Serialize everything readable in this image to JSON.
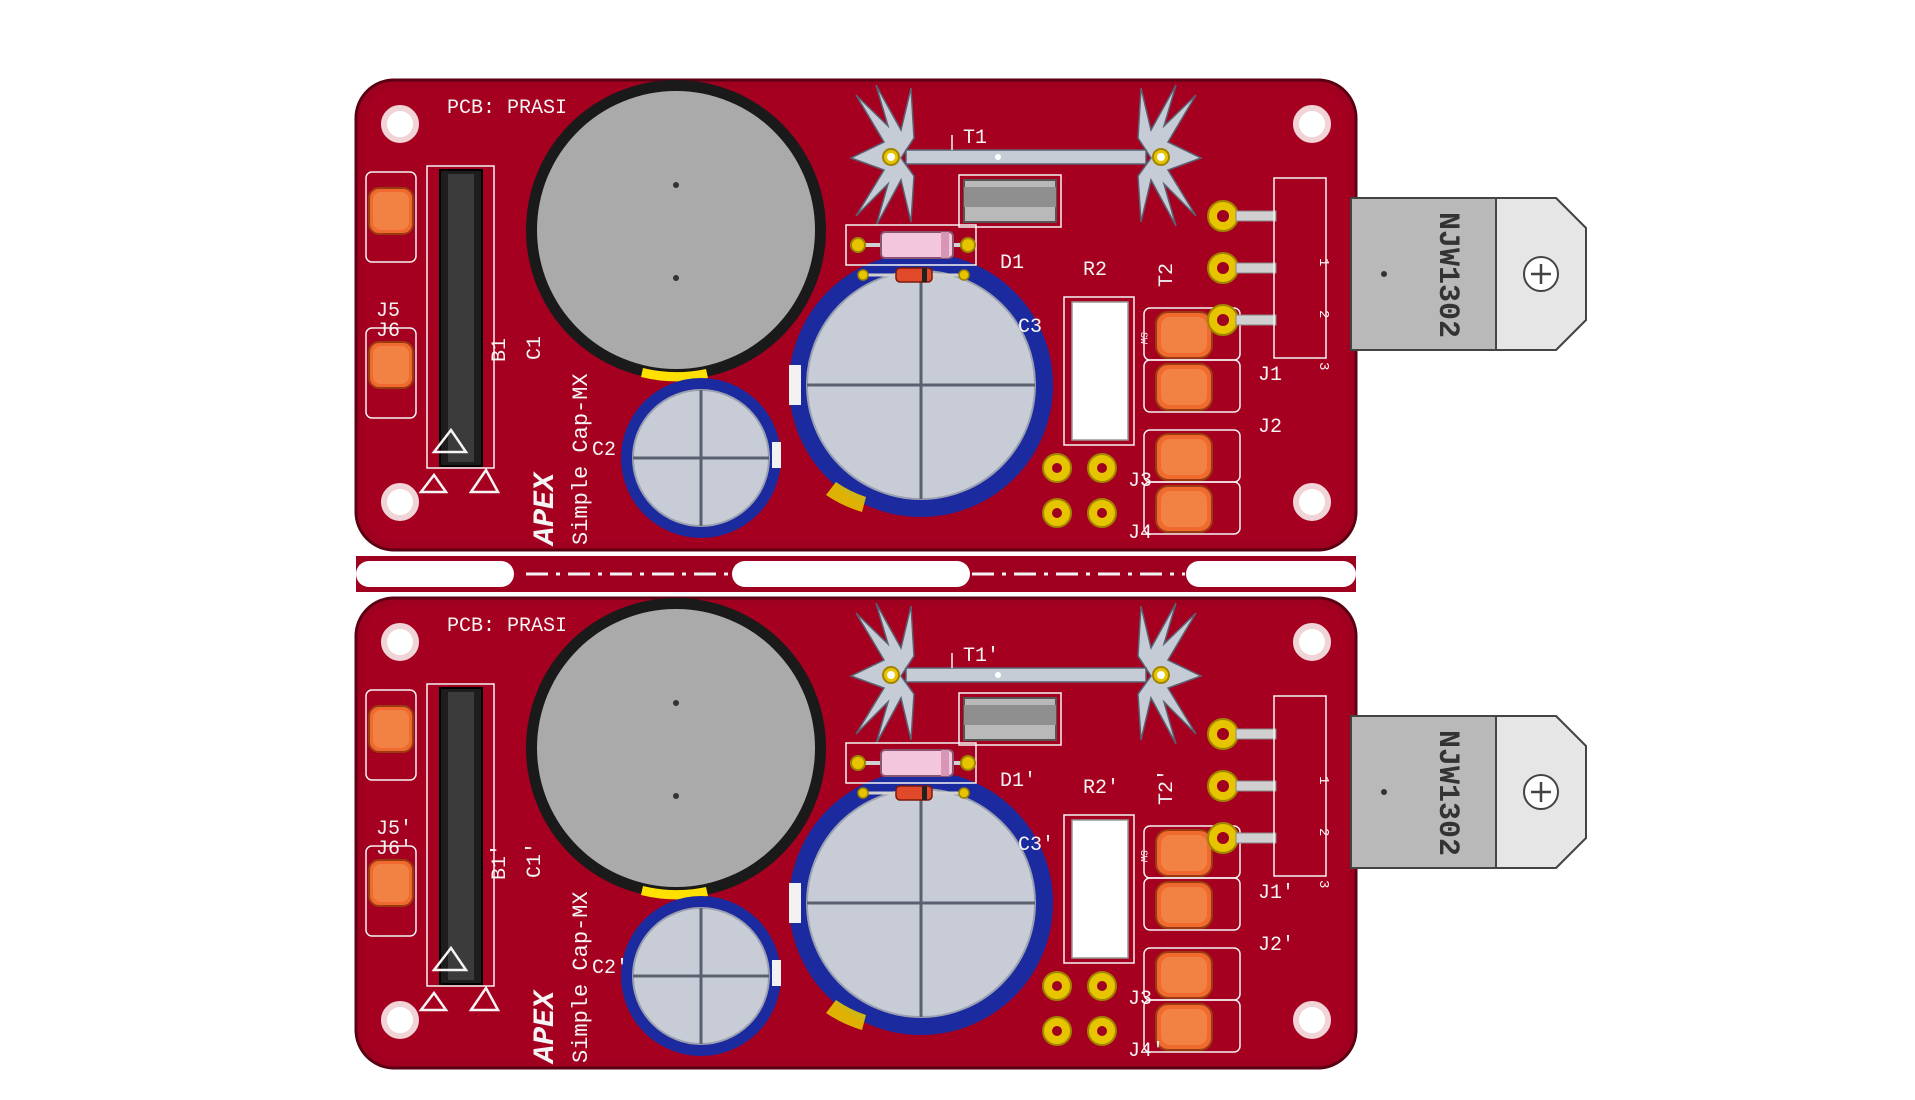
{
  "boards": [
    {
      "id": "top",
      "texts": {
        "pcb": "PCB: PRASI",
        "product": "Simple Cap-MX",
        "logo": "APEX",
        "transistor": "NJW1302",
        "pin1": "1",
        "pin2": "2",
        "pin3": "3",
        "sw": "SW"
      },
      "refs": {
        "T1": "T1",
        "D1": "D1",
        "R2": "R2",
        "T2": "T2",
        "C1": "C1",
        "C2": "C2",
        "C3": "C3",
        "B1": "B1",
        "J1": "J1",
        "J2": "J2",
        "J3": "J3",
        "J4": "J4",
        "J5": "J5",
        "J6": "J6"
      }
    },
    {
      "id": "bottom",
      "texts": {
        "pcb": "PCB: PRASI",
        "product": "Simple Cap-MX",
        "logo": "APEX",
        "transistor": "NJW1302",
        "pin1": "1",
        "pin2": "2",
        "pin3": "3",
        "sw": "SW"
      },
      "refs": {
        "T1": "T1'",
        "D1": "D1'",
        "R2": "R2'",
        "T2": "T2'",
        "C1": "C1'",
        "C2": "C2'",
        "C3": "C3'",
        "B1": "B1'",
        "J1": "J1'",
        "J2": "J2'",
        "J3": "J3",
        "J4": "J4'",
        "J5": "J5'",
        "J6": "J6'"
      }
    }
  ],
  "colors": {
    "board": "#a00020",
    "board_edge": "#5a0012",
    "copper_pad": "#e6c400",
    "connector": "#f06a30",
    "cap_sleeve": "#1b2a9e",
    "cap_top": "#c8ccd6",
    "cap_stripe": "#f2f2f2",
    "c1_can": "#aaaaaa",
    "c1_ring": "#1a1a1a",
    "c1_stripe": "#ffe000",
    "heatsink": "#c5ccd6",
    "transistor_body": "#b9b9b9",
    "silkscreen": "#f4f4f4"
  }
}
